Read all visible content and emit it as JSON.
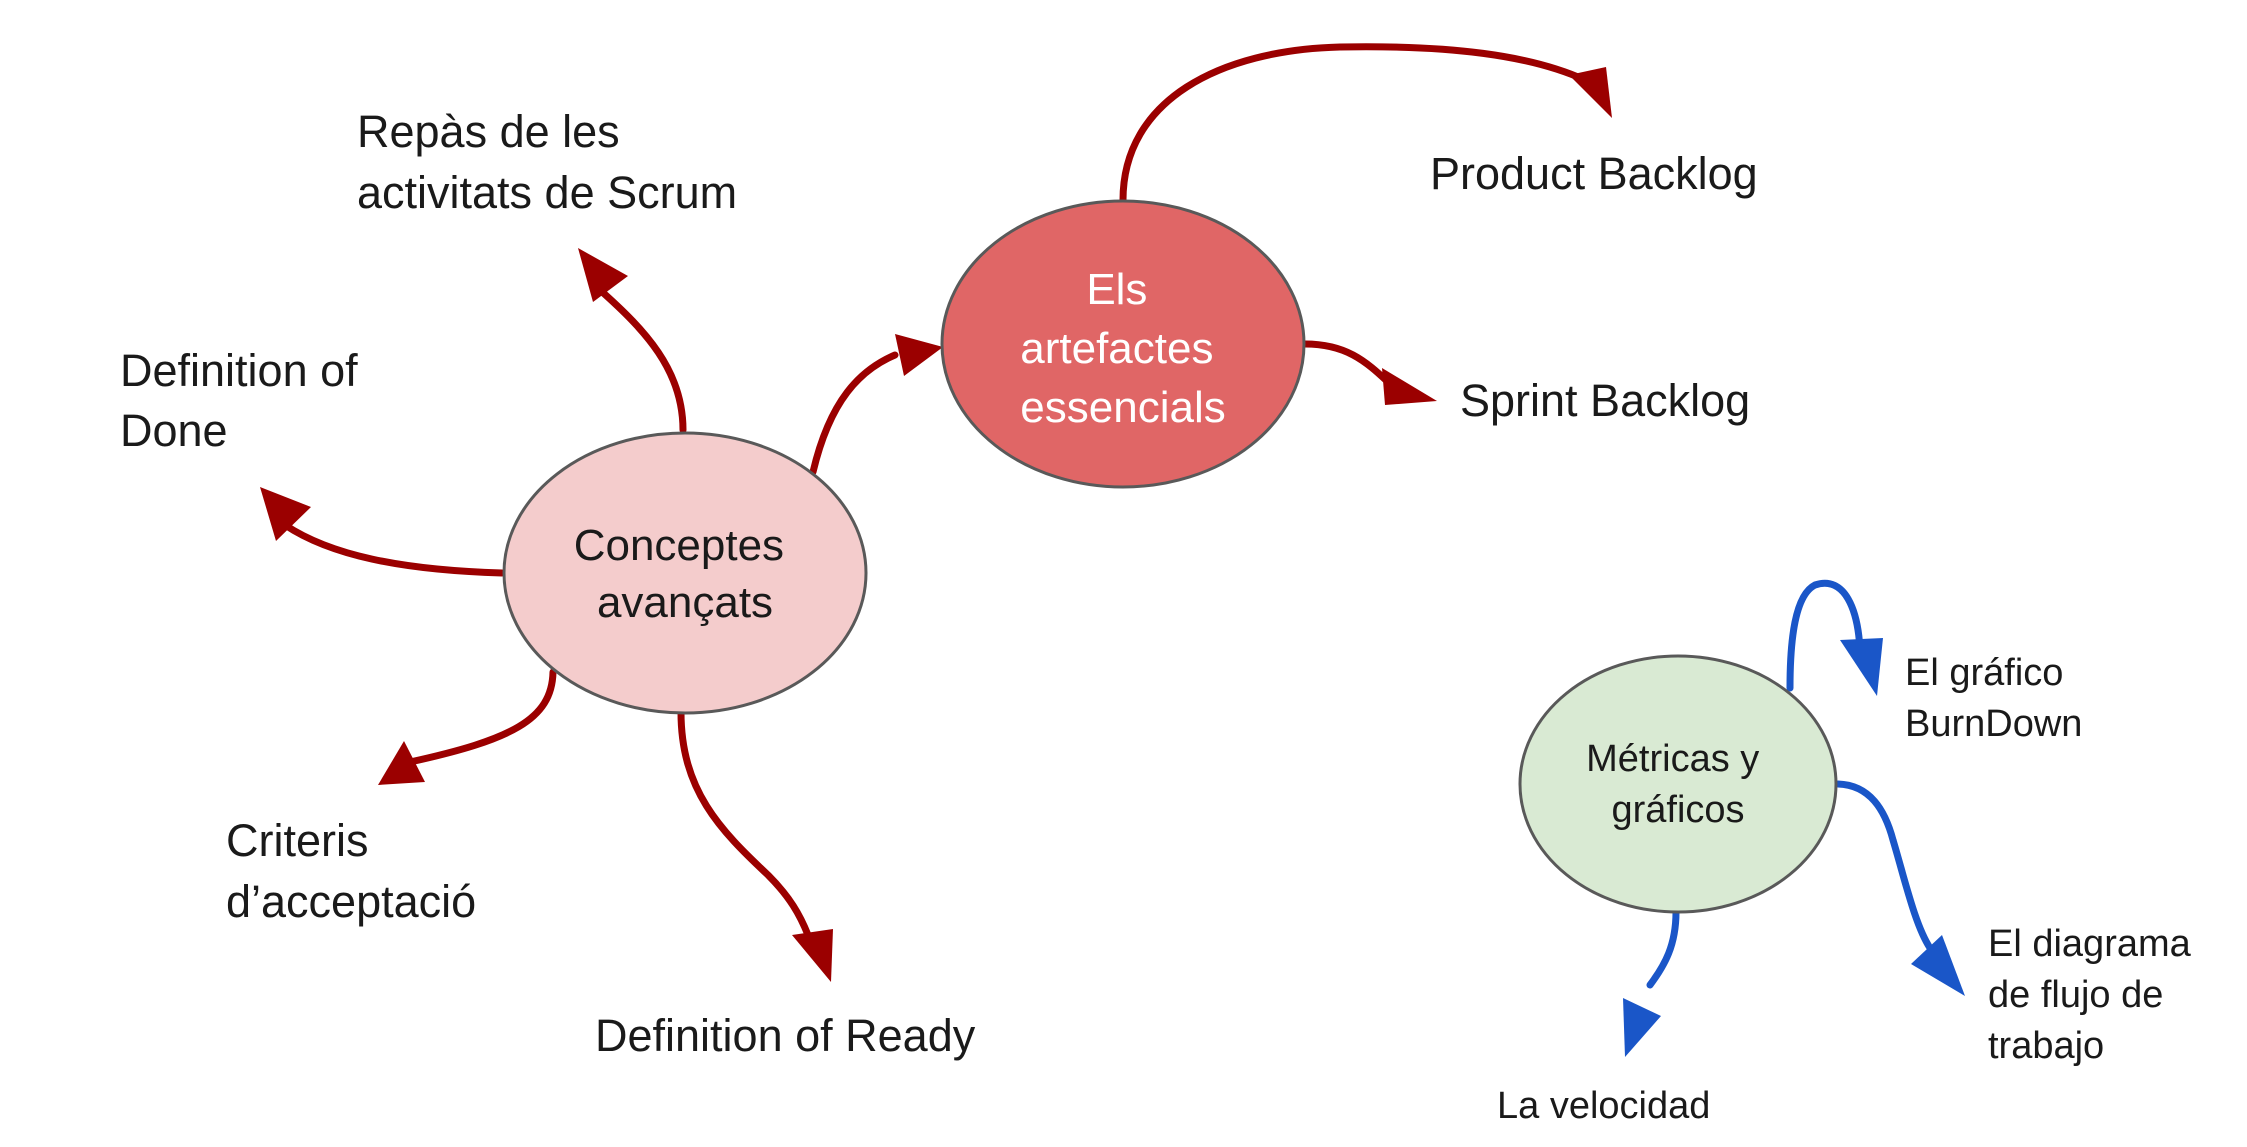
{
  "nodes": {
    "conceptes": {
      "lines": [
        "Conceptes",
        "avançats"
      ]
    },
    "artefactes": {
      "lines": [
        "Els",
        "artefactes",
        "essencials"
      ]
    },
    "metriques": {
      "lines": [
        "Métricas y",
        "gráficos"
      ]
    }
  },
  "labels": {
    "repas": {
      "lines": [
        "Repàs de les",
        "activitats de Scrum"
      ]
    },
    "dod": {
      "lines": [
        "Definition of",
        "Done"
      ]
    },
    "criteris": {
      "lines": [
        "Criteris",
        "d’acceptació"
      ]
    },
    "dor": {
      "lines": [
        "Definition of Ready"
      ]
    },
    "product_backlog": {
      "lines": [
        "Product Backlog"
      ]
    },
    "sprint_backlog": {
      "lines": [
        "Sprint Backlog"
      ]
    },
    "burndown": {
      "lines": [
        "El gráfico",
        "BurnDown"
      ]
    },
    "flujo": {
      "lines": [
        "El diagrama",
        "de flujo de",
        "trabajo"
      ]
    },
    "velocidad": {
      "lines": [
        "La velocidad"
      ]
    }
  },
  "colors": {
    "red_arrow": "#9b0000",
    "blue_arrow": "#1a56c8",
    "conceptes_fill": "#f4cccc",
    "artefactes_fill": "#e06666",
    "metriques_fill": "#d9ead3",
    "node_stroke": "#595959"
  }
}
